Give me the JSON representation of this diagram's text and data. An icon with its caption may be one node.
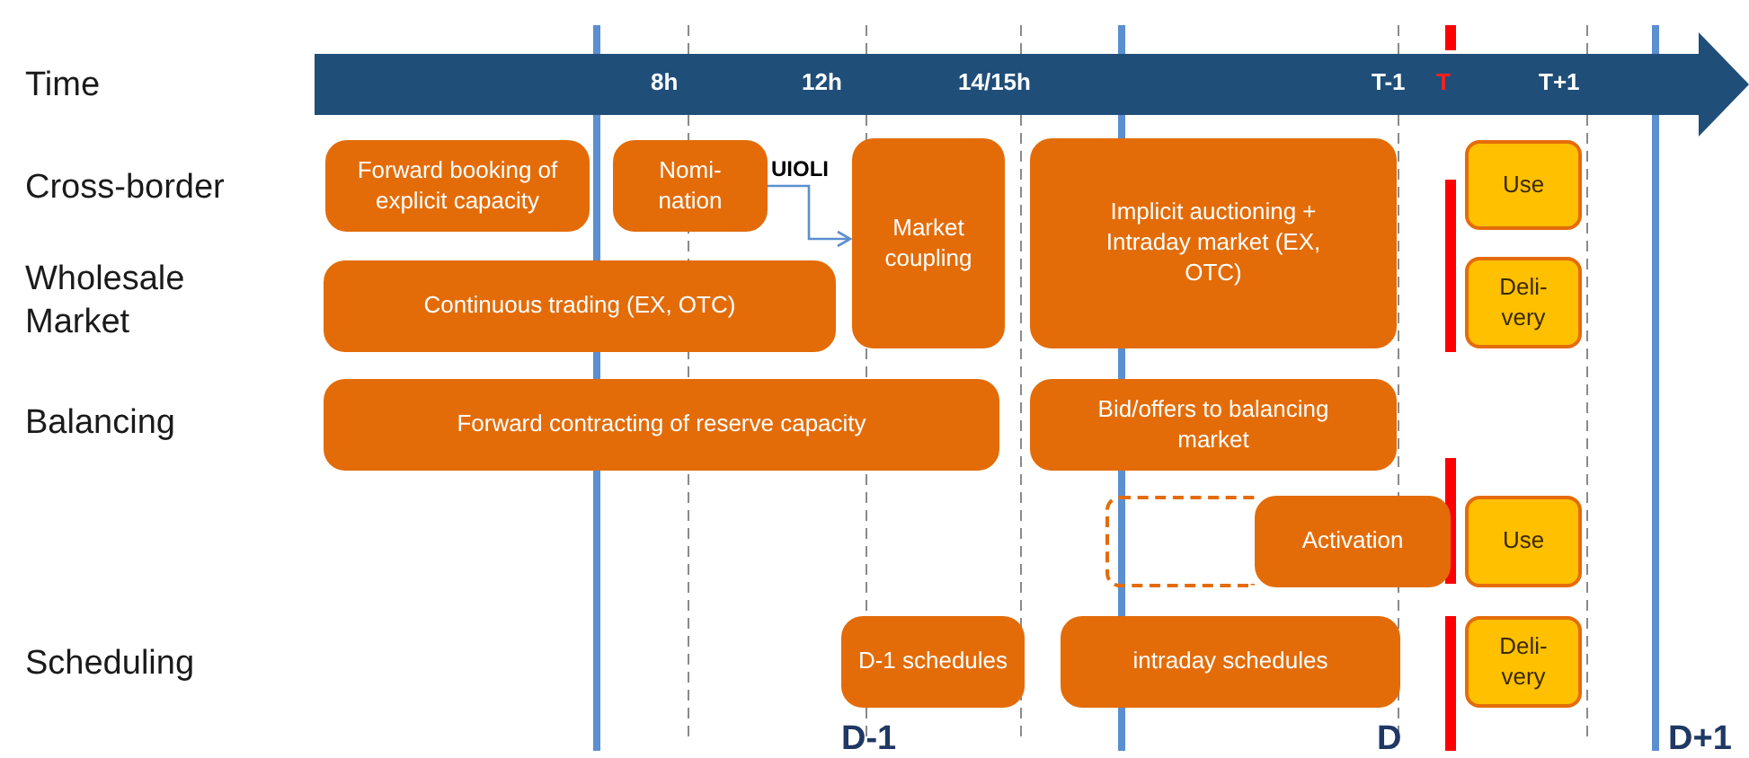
{
  "diagram": {
    "nodes": [
      {
        "text": [
          "Forward booking of explicit capacity"
        ]
      },
      {
        "text": [
          "Nomi- nation"
        ]
      },
      {
        "text": [
          "Market coupling"
        ]
      },
      {
        "text": [
          "Implicit auctioning + Intraday market (EX, OTC)"
        ]
      },
      {
        "text": [
          "Use"
        ]
      },
      {
        "text": [
          "Continuous trading (EX, OTC)"
        ]
      },
      {
        "text": [
          "Deli- very"
        ]
      },
      {
        "text": [
          "Forward contracting of reserve capacity"
        ]
      },
      {
        "text": [
          "Bid/offers to balancing market"
        ]
      },
      {
        "text": [],
        "shape": "box"
      },
      {
        "text": [
          "Activation"
        ]
      },
      {
        "text": [
          "Use"
        ]
      },
      {
        "text": [
          "D-1 schedules"
        ]
      },
      {
        "text": [
          "intraday schedules"
        ]
      },
      {
        "text": [
          "Deli- very"
        ]
      }
    ],
    "edges": [
      {
        "from": 1,
        "to": 2,
        "arrow": "to",
        "label": "UIOLI"
      }
    ],
    "labels": [
      "Time",
      "8h",
      "12h",
      "14/15h",
      "T-1",
      "T",
      "T+1",
      "Cross-border",
      "Wholesale Market",
      "Balancing",
      "Scheduling",
      "D-1",
      "D",
      "D+1"
    ]
  }
}
